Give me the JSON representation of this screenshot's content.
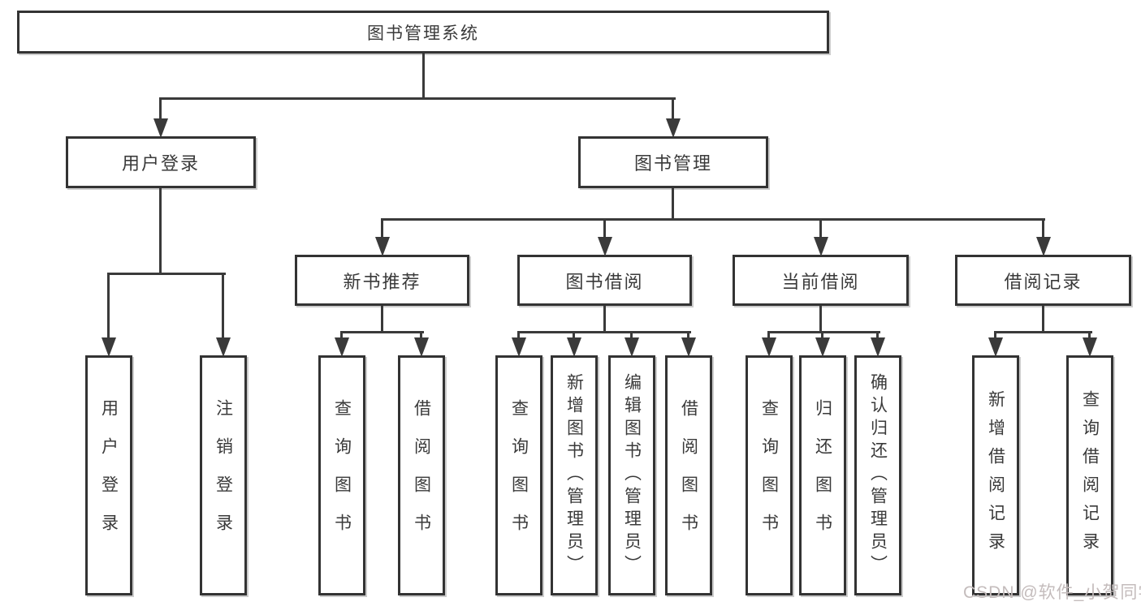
{
  "diagram": {
    "root": "图书管理系统",
    "level2": {
      "user_login": "用户登录",
      "book_mgmt": "图书管理"
    },
    "level3": {
      "new_book": "新书推荐",
      "book_borrow": "图书借阅",
      "current_borrow": "当前借阅",
      "borrow_record": "借阅记录"
    },
    "leaves": {
      "user_login": [
        "用户登录",
        "注销登录"
      ],
      "new_book": [
        "查询图书",
        "借阅图书"
      ],
      "book_borrow": [
        "查询图书",
        "新增图书（管理员）",
        "编辑图书（管理员）",
        "借阅图书"
      ],
      "current_borrow": [
        "查询图书",
        "归还图书",
        "确认归还（管理员）"
      ],
      "borrow_record": [
        "新增借阅记录",
        "查询借阅记录"
      ]
    },
    "watermark": "CSDN @软件_小贺同学",
    "colors": {
      "line": "#3a3a3a",
      "box_border": "#333333",
      "text": "#3a3a3a",
      "watermark": "#c4bcbc",
      "background": "#ffffff"
    }
  }
}
